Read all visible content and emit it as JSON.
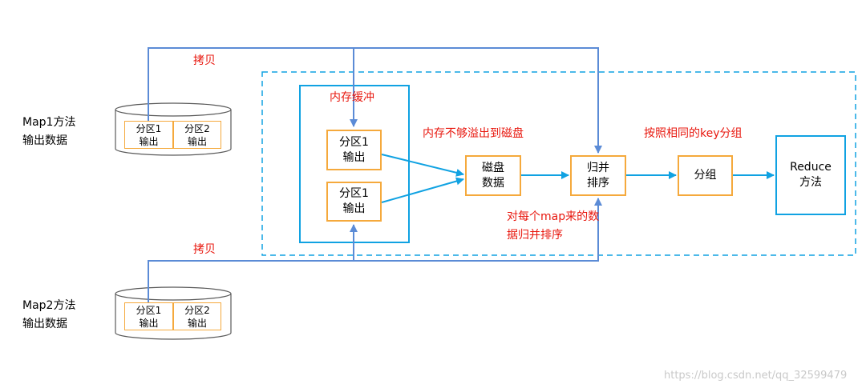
{
  "map1": {
    "label_line1": "Map1方法",
    "label_line2": "输出数据",
    "cell1_line1": "分区1",
    "cell1_line2": "输出",
    "cell2_line1": "分区2",
    "cell2_line2": "输出"
  },
  "map2": {
    "label_line1": "Map2方法",
    "label_line2": "输出数据",
    "cell1_line1": "分区1",
    "cell1_line2": "输出",
    "cell2_line1": "分区2",
    "cell2_line2": "输出"
  },
  "copy_top": "拷贝",
  "copy_bottom": "拷贝",
  "buffer": {
    "title": "内存缓冲",
    "box1_line1": "分区1",
    "box1_line2": "输出",
    "box2_line1": "分区1",
    "box2_line2": "输出"
  },
  "spill_label": "内存不够溢出到磁盘",
  "disk": {
    "line1": "磁盘",
    "line2": "数据"
  },
  "merge": {
    "line1": "归并",
    "line2": "排序"
  },
  "merge_note": {
    "line1": "对每个map来的数",
    "line2": "据归并排序"
  },
  "group_label": "按照相同的key分组",
  "group": {
    "text": "分组"
  },
  "reduce": {
    "line1": "Reduce",
    "line2": "方法"
  },
  "watermark": "https://blog.csdn.net/qq_32599479",
  "colors": {
    "arrow_blue": "#5b8bd6",
    "flow_cyan": "#10a2e2",
    "box_orange": "#f5a93c",
    "label_red": "#e8180f"
  }
}
